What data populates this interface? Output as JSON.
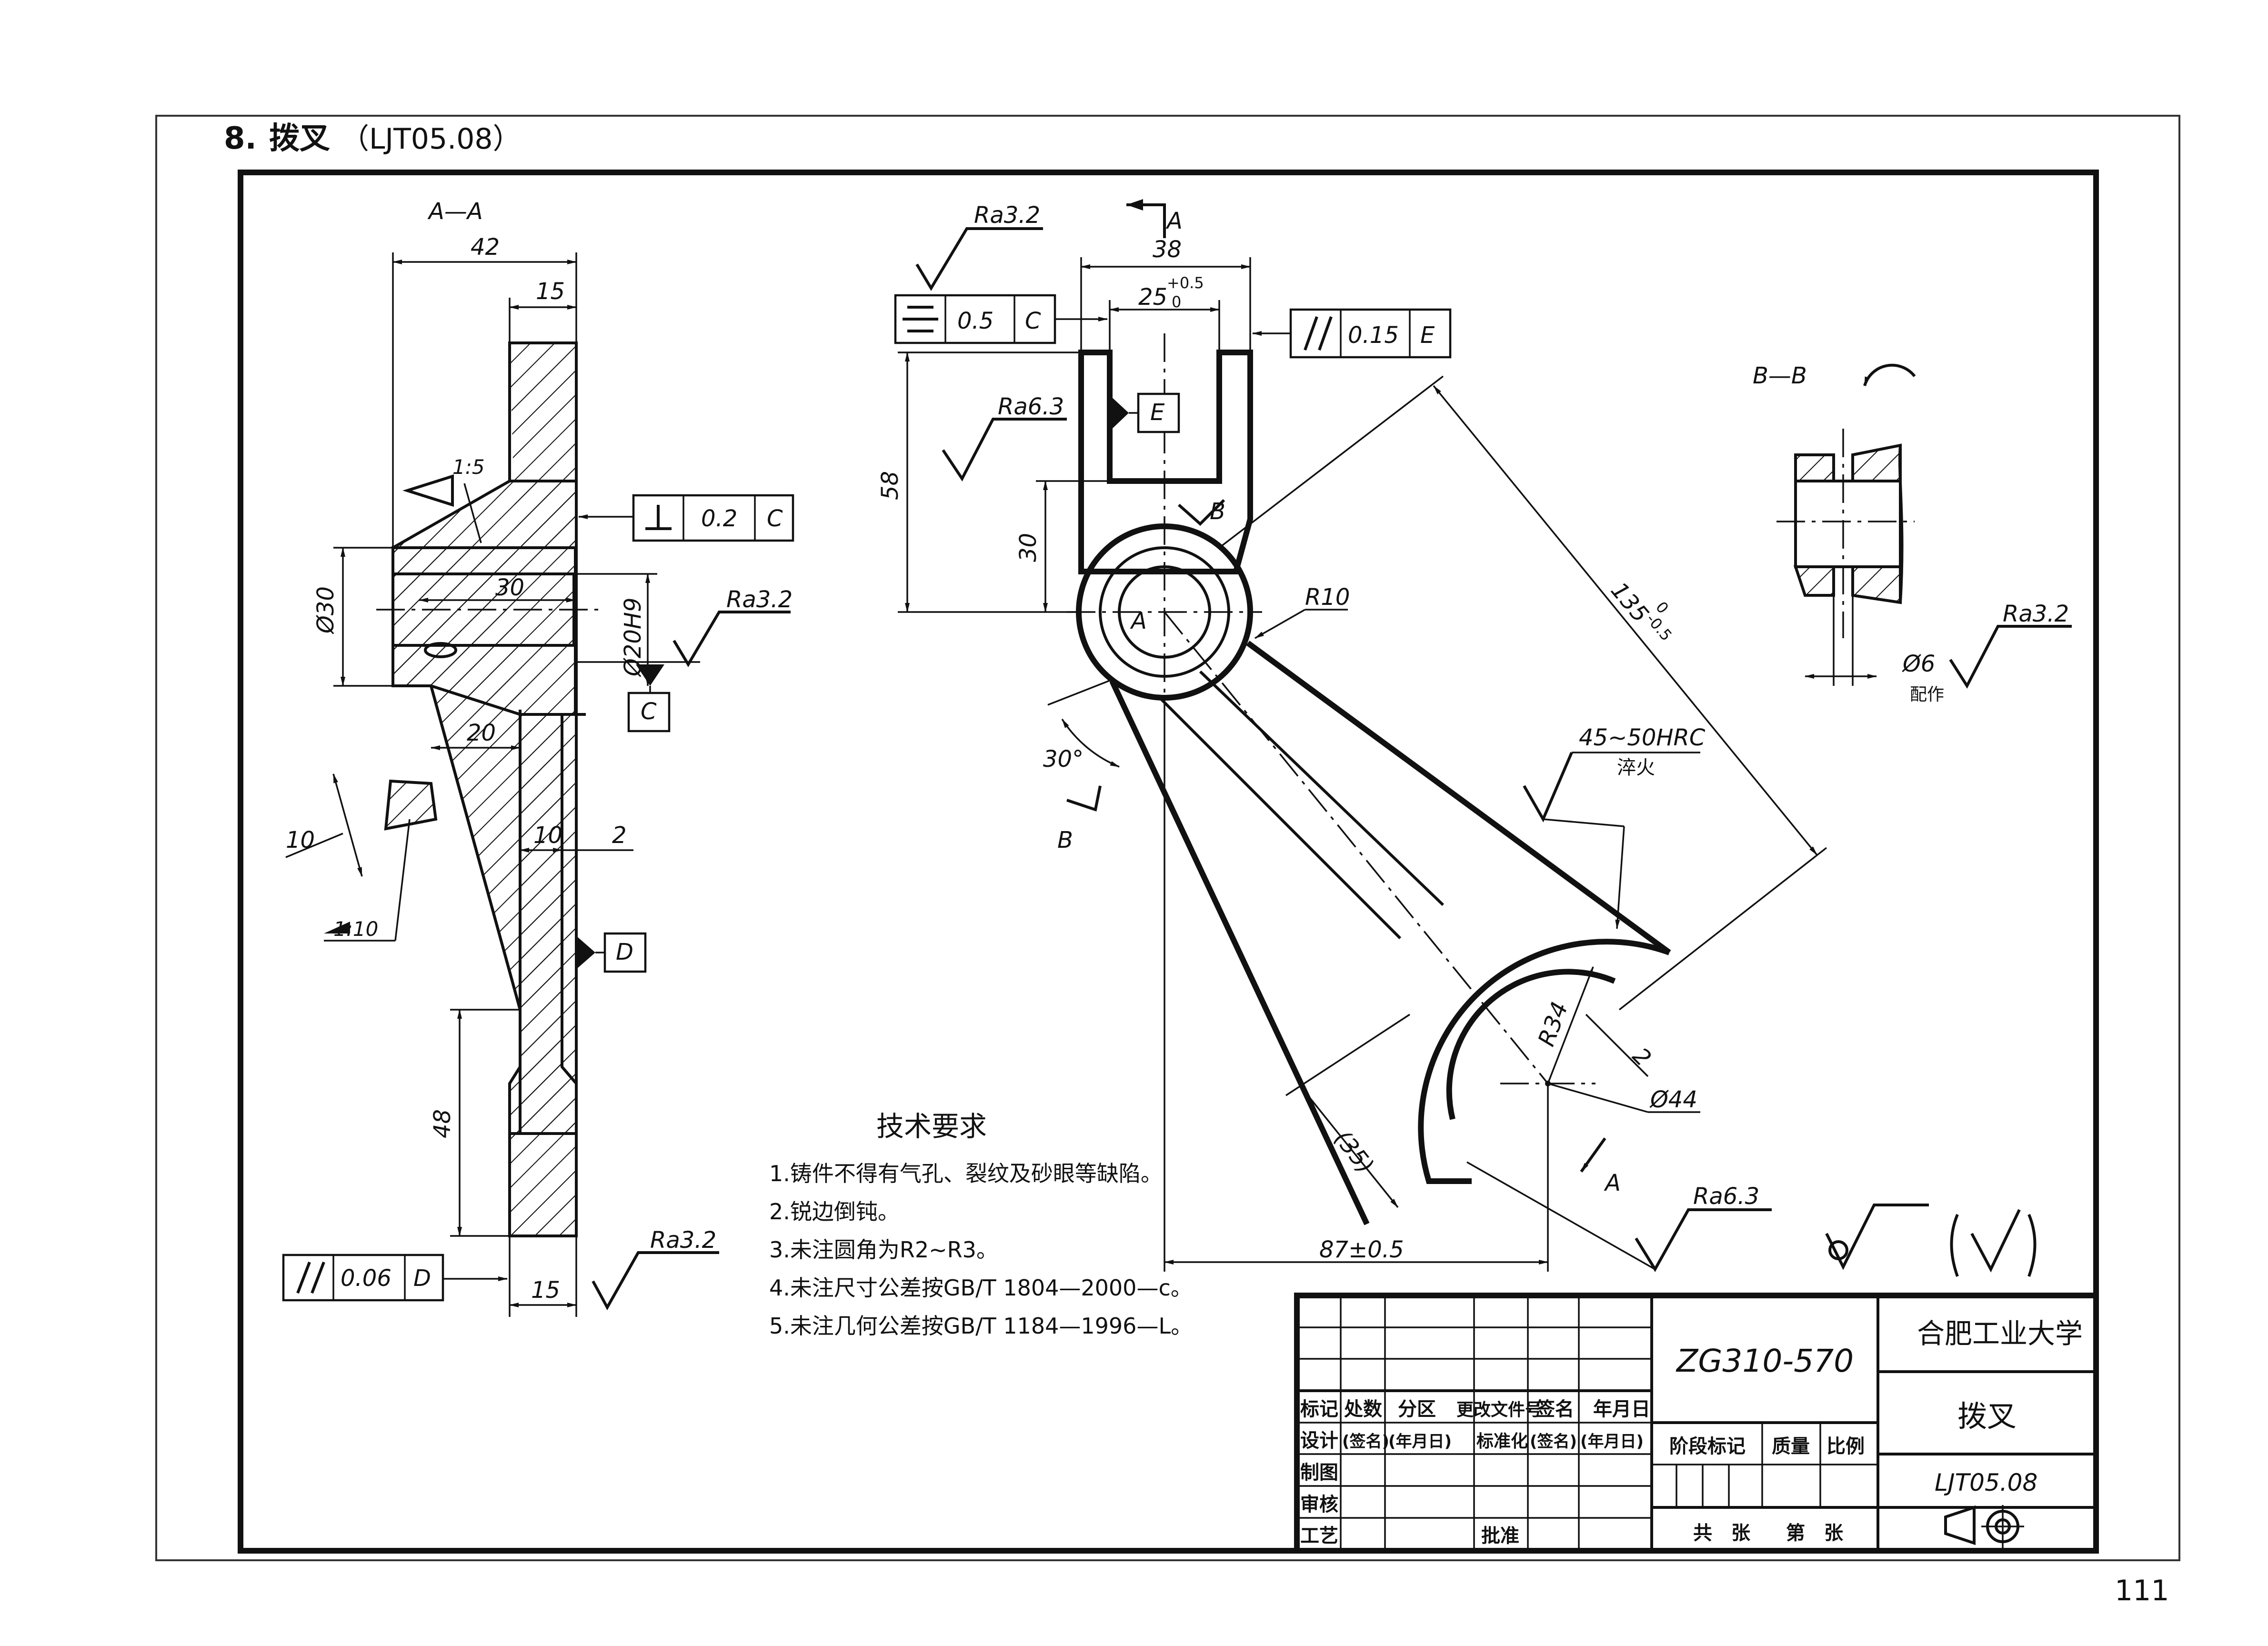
{
  "page": {
    "heading_number": "8.",
    "heading_title": "拨叉",
    "heading_code": "（LJT05.08）",
    "page_number": "111"
  },
  "views": {
    "section_aa": "A—A",
    "section_bb": "B—B",
    "view_marker_a": "A",
    "view_marker_b": "B"
  },
  "dimensions": {
    "d42": "42",
    "d15_top": "15",
    "d15_bottom": "15",
    "d30_len": "30",
    "phi30": "Ø30",
    "phi20h9": "Ø20H9",
    "d20": "20",
    "d10_width": "10",
    "d2_width": "2",
    "d10_key": "10",
    "d48": "48",
    "taper_1_5": "1:5",
    "taper_1_10": "1:10",
    "d38": "38",
    "d25": "25",
    "d25_tol_upper": "+0.5",
    "d25_tol_lower": "0",
    "d58": "58",
    "d30_vertical": "30",
    "r10": "R10",
    "d135": "135",
    "d135_tol_upper": "0",
    "d135_tol_lower": "-0.5",
    "angle30": "30°",
    "r34": "R34",
    "phi44": "Ø44",
    "d2_fork": "2",
    "d35": "(35)",
    "d87": "87±0.5",
    "phi6": "Ø6",
    "phi6_note": "配作"
  },
  "roughness": {
    "ra32_a": "Ra3.2",
    "ra32_b": "Ra3.2",
    "ra32_c": "Ra3.2",
    "ra32_d": "Ra3.2",
    "ra63_a": "Ra6.3",
    "ra63_b": "Ra6.3"
  },
  "tolerances": {
    "perp_value": "0.2",
    "perp_datum": "C",
    "par_left_value": "0.06",
    "par_left_datum": "D",
    "sym_value": "0.5",
    "sym_datum": "C",
    "par_right_value": "0.15",
    "par_right_datum": "E"
  },
  "datums": {
    "c": "C",
    "d": "D",
    "e": "E"
  },
  "hardness": {
    "value": "45~50HRC",
    "process": "淬火"
  },
  "requirements": {
    "title": "技术要求",
    "items": [
      "1.铸件不得有气孔、裂纹及砂眼等缺陷。",
      "2.锐边倒钝。",
      "3.未注圆角为R2~R3。",
      "4.未注尺寸公差按GB/T 1804—2000—c。",
      "5.未注几何公差按GB/T 1184—1996—L。"
    ]
  },
  "title_block": {
    "material": "ZG310-570",
    "school": "合肥工业大学",
    "part_name": "拨叉",
    "drawing_code": "LJT05.08",
    "col_mark": "标记",
    "col_count": "处数",
    "col_zone": "分区",
    "col_change_doc": "更改文件号",
    "col_sign": "签名",
    "col_date": "年月日",
    "row_design": "设计",
    "row_sign": "(签名)",
    "row_date": "(年月日)",
    "row_standard": "标准化",
    "row_sign2": "(签名)",
    "row_date2": "(年月日)",
    "row_draw": "制图",
    "row_check": "审核",
    "row_process": "工艺",
    "row_approve": "批准",
    "stage_mark": "阶段标记",
    "mass": "质量",
    "scale": "比例",
    "sheets_total": "共　张",
    "sheet_no": "第　张"
  }
}
